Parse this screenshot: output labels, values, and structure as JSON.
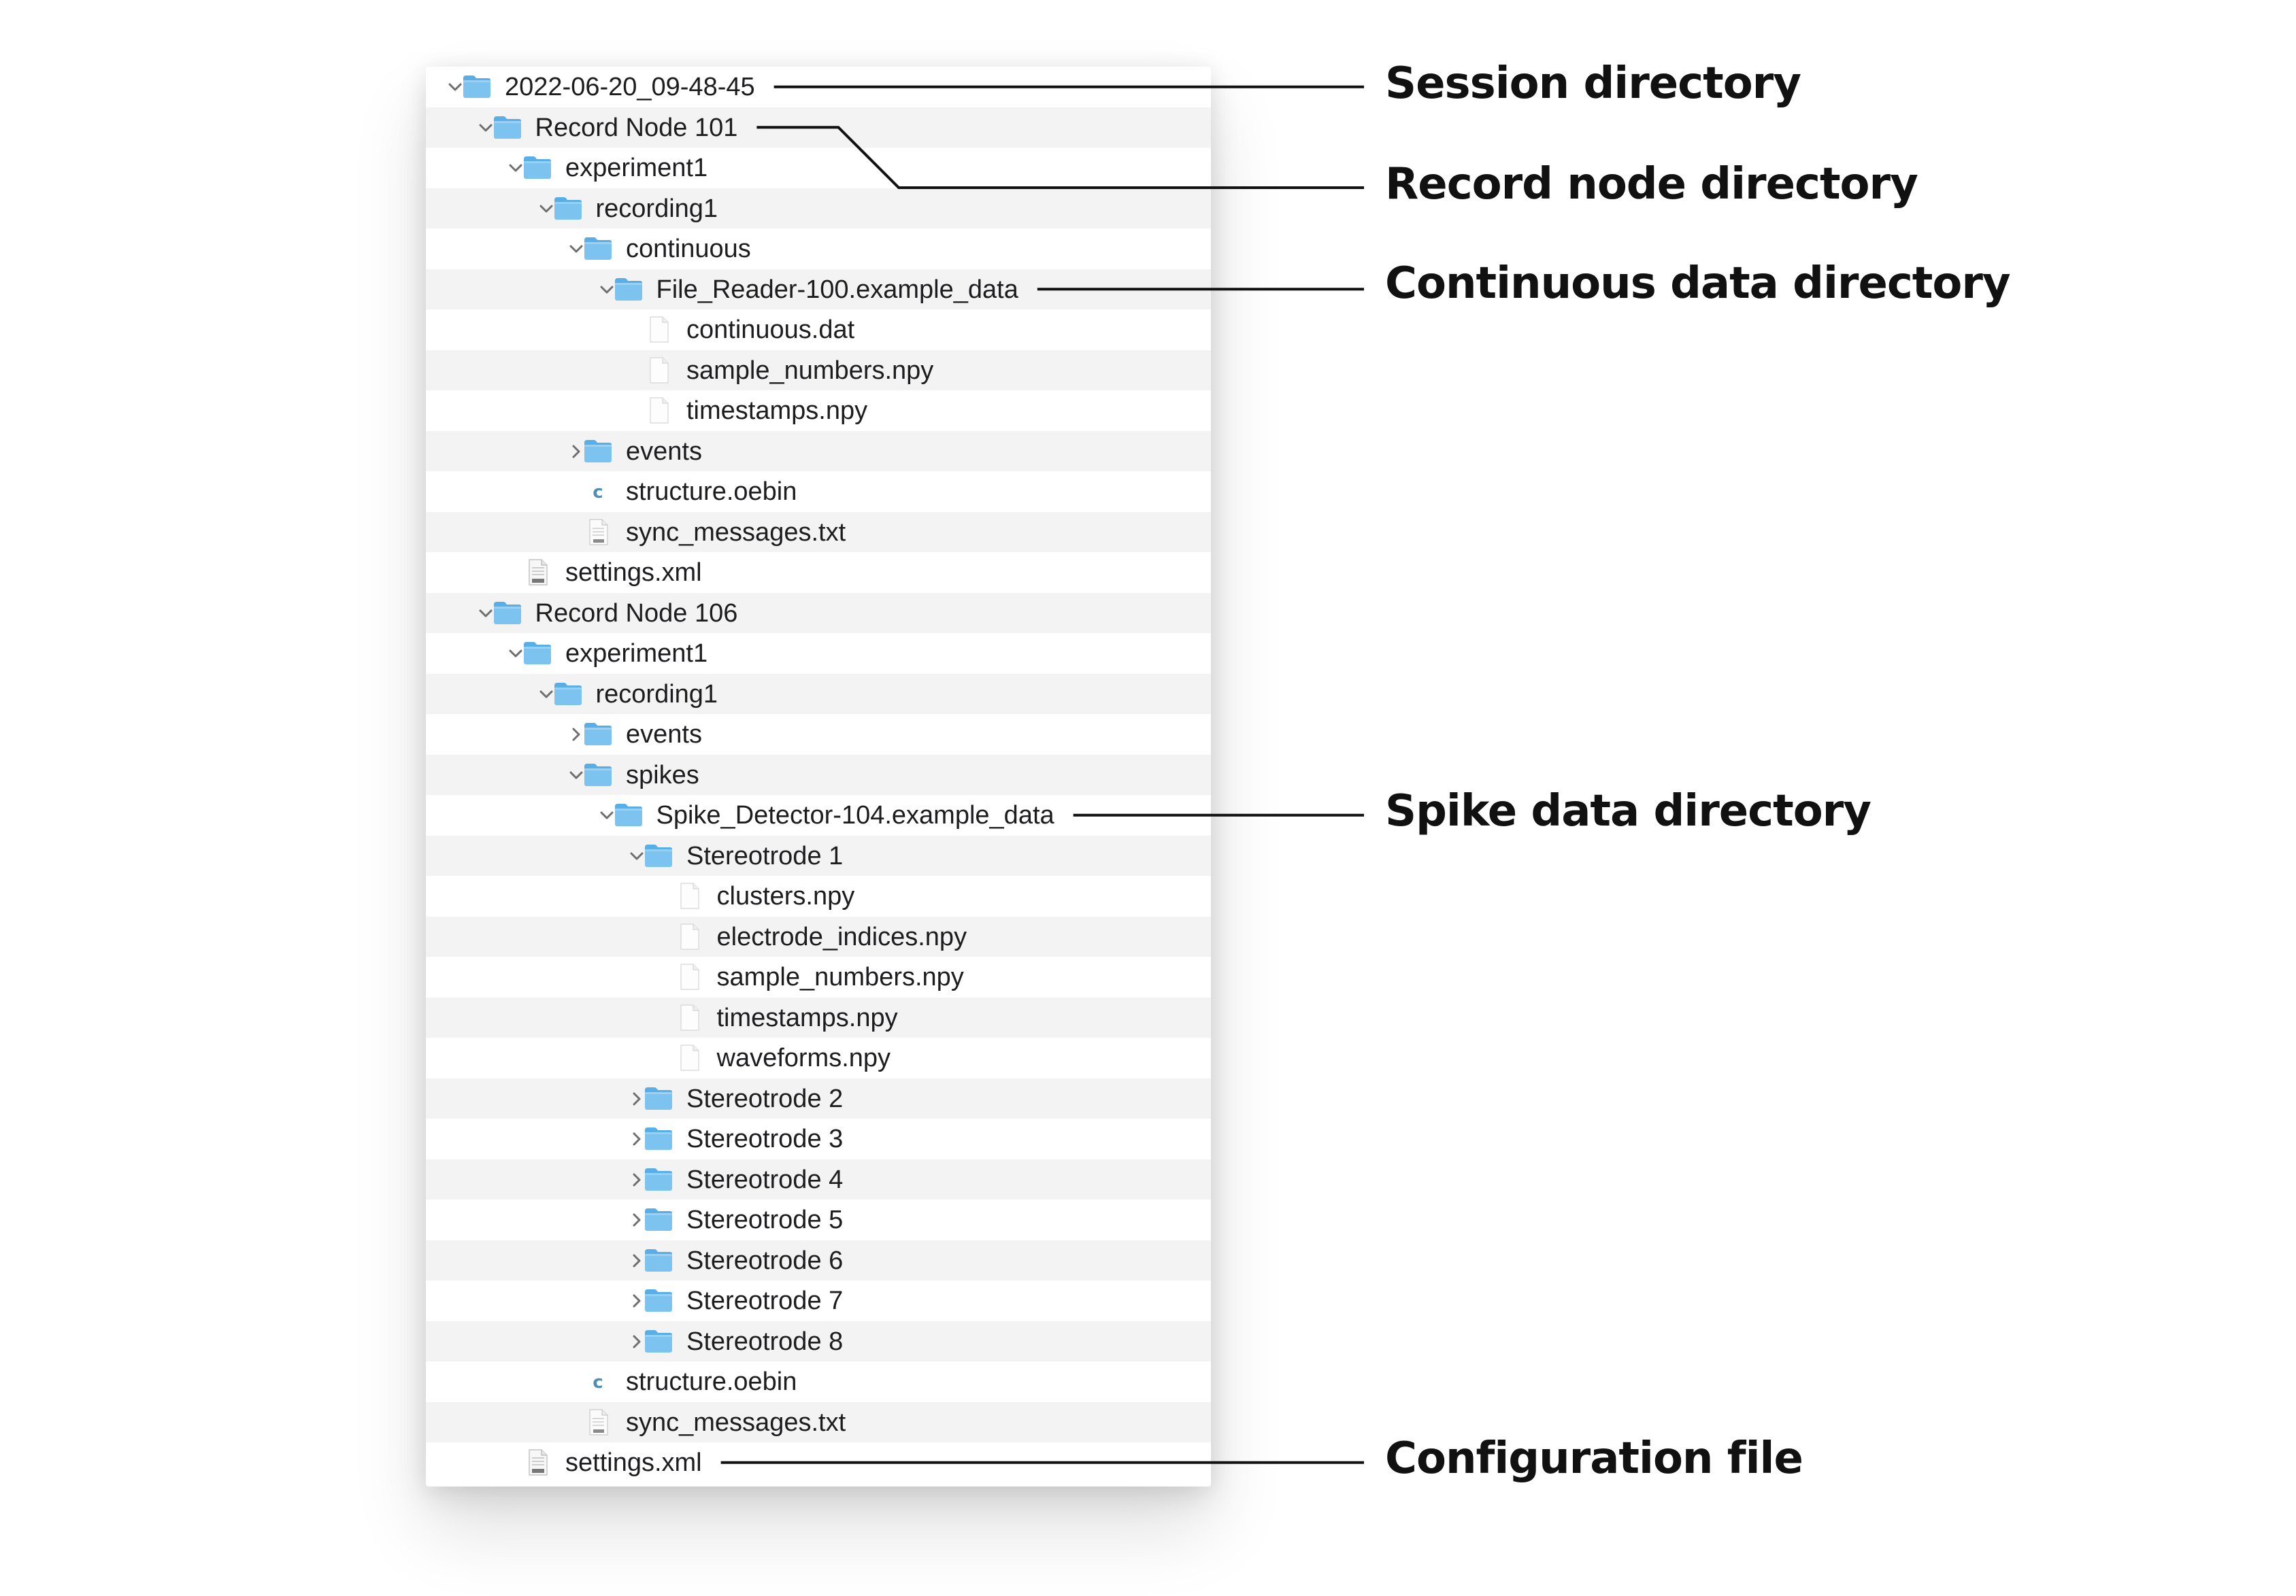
{
  "tree": [
    {
      "label": "2022-06-20_09-48-45",
      "depth": 0,
      "type": "folder",
      "chevron": "down"
    },
    {
      "label": "Record Node 101",
      "depth": 1,
      "type": "folder",
      "chevron": "down"
    },
    {
      "label": "experiment1",
      "depth": 2,
      "type": "folder",
      "chevron": "down"
    },
    {
      "label": "recording1",
      "depth": 3,
      "type": "folder",
      "chevron": "down"
    },
    {
      "label": "continuous",
      "depth": 4,
      "type": "folder",
      "chevron": "down"
    },
    {
      "label": "File_Reader-100.example_data",
      "depth": 5,
      "type": "folder",
      "chevron": "down"
    },
    {
      "label": "continuous.dat",
      "depth": 6,
      "type": "file",
      "chevron": ""
    },
    {
      "label": "sample_numbers.npy",
      "depth": 6,
      "type": "file",
      "chevron": ""
    },
    {
      "label": "timestamps.npy",
      "depth": 6,
      "type": "file",
      "chevron": ""
    },
    {
      "label": "events",
      "depth": 4,
      "type": "folder",
      "chevron": "right"
    },
    {
      "label": "structure.oebin",
      "depth": 4,
      "type": "code",
      "chevron": ""
    },
    {
      "label": "sync_messages.txt",
      "depth": 4,
      "type": "txt",
      "chevron": ""
    },
    {
      "label": "settings.xml",
      "depth": 2,
      "type": "xml",
      "chevron": ""
    },
    {
      "label": "Record Node 106",
      "depth": 1,
      "type": "folder",
      "chevron": "down"
    },
    {
      "label": "experiment1",
      "depth": 2,
      "type": "folder",
      "chevron": "down"
    },
    {
      "label": "recording1",
      "depth": 3,
      "type": "folder",
      "chevron": "down"
    },
    {
      "label": "events",
      "depth": 4,
      "type": "folder",
      "chevron": "right"
    },
    {
      "label": "spikes",
      "depth": 4,
      "type": "folder",
      "chevron": "down"
    },
    {
      "label": "Spike_Detector-104.example_data",
      "depth": 5,
      "type": "folder",
      "chevron": "down"
    },
    {
      "label": "Stereotrode 1",
      "depth": 6,
      "type": "folder",
      "chevron": "down"
    },
    {
      "label": "clusters.npy",
      "depth": 7,
      "type": "file",
      "chevron": ""
    },
    {
      "label": "electrode_indices.npy",
      "depth": 7,
      "type": "file",
      "chevron": ""
    },
    {
      "label": "sample_numbers.npy",
      "depth": 7,
      "type": "file",
      "chevron": ""
    },
    {
      "label": "timestamps.npy",
      "depth": 7,
      "type": "file",
      "chevron": ""
    },
    {
      "label": "waveforms.npy",
      "depth": 7,
      "type": "file",
      "chevron": ""
    },
    {
      "label": "Stereotrode 2",
      "depth": 6,
      "type": "folder",
      "chevron": "right"
    },
    {
      "label": "Stereotrode 3",
      "depth": 6,
      "type": "folder",
      "chevron": "right"
    },
    {
      "label": "Stereotrode 4",
      "depth": 6,
      "type": "folder",
      "chevron": "right"
    },
    {
      "label": "Stereotrode 5",
      "depth": 6,
      "type": "folder",
      "chevron": "right"
    },
    {
      "label": "Stereotrode 6",
      "depth": 6,
      "type": "folder",
      "chevron": "right"
    },
    {
      "label": "Stereotrode 7",
      "depth": 6,
      "type": "folder",
      "chevron": "right"
    },
    {
      "label": "Stereotrode 8",
      "depth": 6,
      "type": "folder",
      "chevron": "right"
    },
    {
      "label": "structure.oebin",
      "depth": 4,
      "type": "code",
      "chevron": ""
    },
    {
      "label": "sync_messages.txt",
      "depth": 4,
      "type": "txt",
      "chevron": ""
    },
    {
      "label": "settings.xml",
      "depth": 2,
      "type": "xml",
      "chevron": ""
    }
  ],
  "annotations": [
    {
      "label": "Session directory",
      "row": 0
    },
    {
      "label": "Record node directory",
      "row": 1
    },
    {
      "label": "Continuous data directory",
      "row": 5
    },
    {
      "label": "Spike data directory",
      "row": 18
    },
    {
      "label": "Configuration file",
      "row": 34
    }
  ],
  "colors": {
    "folder_body": "#7cc3ef",
    "folder_tab": "#5aaee6",
    "row_alt": "#f3f3f3",
    "text": "#1d1d1f",
    "annotation_line": "#111111"
  }
}
